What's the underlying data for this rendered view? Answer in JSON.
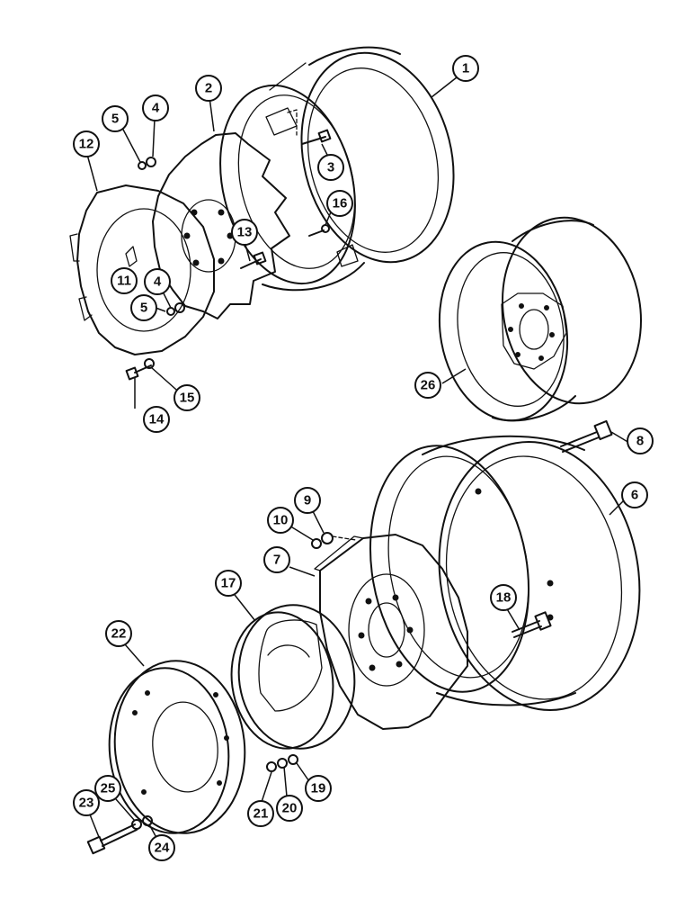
{
  "diagram": {
    "callouts": [
      {
        "id": "c1",
        "label": "1"
      },
      {
        "id": "c2",
        "label": "2"
      },
      {
        "id": "c3",
        "label": "3"
      },
      {
        "id": "c4a",
        "label": "4"
      },
      {
        "id": "c4b",
        "label": "4"
      },
      {
        "id": "c5a",
        "label": "5"
      },
      {
        "id": "c5b",
        "label": "5"
      },
      {
        "id": "c6",
        "label": "6"
      },
      {
        "id": "c7",
        "label": "7"
      },
      {
        "id": "c8",
        "label": "8"
      },
      {
        "id": "c9",
        "label": "9"
      },
      {
        "id": "c10",
        "label": "10"
      },
      {
        "id": "c11",
        "label": "11"
      },
      {
        "id": "c12",
        "label": "12"
      },
      {
        "id": "c13",
        "label": "13"
      },
      {
        "id": "c14",
        "label": "14"
      },
      {
        "id": "c15",
        "label": "15"
      },
      {
        "id": "c16",
        "label": "16"
      },
      {
        "id": "c17",
        "label": "17"
      },
      {
        "id": "c18",
        "label": "18"
      },
      {
        "id": "c19",
        "label": "19"
      },
      {
        "id": "c20",
        "label": "20"
      },
      {
        "id": "c21",
        "label": "21"
      },
      {
        "id": "c22",
        "label": "22"
      },
      {
        "id": "c23",
        "label": "23"
      },
      {
        "id": "c24",
        "label": "24"
      },
      {
        "id": "c25",
        "label": "25"
      },
      {
        "id": "c26",
        "label": "26"
      }
    ]
  }
}
